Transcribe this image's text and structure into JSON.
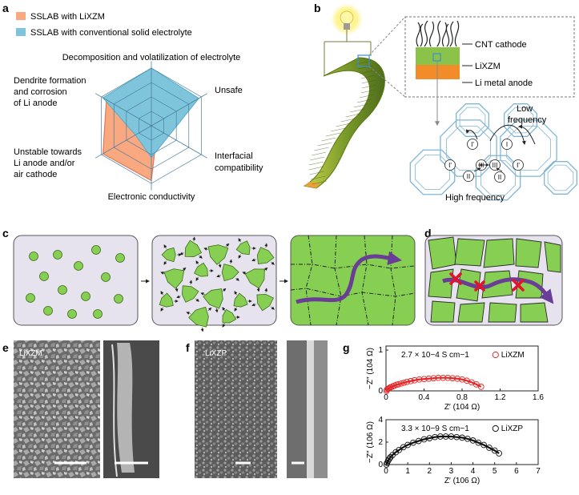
{
  "panel_labels": {
    "a": "a",
    "b": "b",
    "c": "c",
    "d": "d",
    "e": "e",
    "f": "f",
    "g": "g"
  },
  "colors": {
    "lixzm_fill": "#f9a880",
    "lixzm_edge": "#e07b55",
    "conv_fill": "#7ec5dc",
    "conv_edge": "#5aa9c8",
    "grain_green": "#86cf52",
    "matrix_lavender": "#e7e3ee",
    "path_purple": "#6a3d96",
    "cross_red": "#e2142d",
    "fit_red": "#e32626",
    "lix_anode": "#f28c28",
    "lixzm_layer": "#8bc34a",
    "zeolite_blue": "#7fb6d6"
  },
  "panel_a": {
    "legend": [
      {
        "label": "SSLAB with LiXZM",
        "color": "#f9a880"
      },
      {
        "label": "SSLAB with conventional solid electrolyte",
        "color": "#7ec5dc"
      }
    ],
    "axes": [
      {
        "lines": [
          "Decomposition and volatilization of electrolyte"
        ]
      },
      {
        "lines": [
          "Unsafe"
        ]
      },
      {
        "lines": [
          "Interfacial",
          "compatibility"
        ]
      },
      {
        "lines": [
          "Electronic conductivity"
        ]
      },
      {
        "lines": [
          "Unstable towards",
          "Li anode and/or",
          "air cathode"
        ]
      },
      {
        "lines": [
          "Dendrite formation",
          "and corrosion",
          "of Li anode"
        ]
      }
    ],
    "lixzm_levels": [
      0.05,
      0.12,
      0.12,
      0.95,
      0.97,
      0.9
    ],
    "conventional_levels": [
      1.0,
      0.95,
      0.35,
      0.55,
      0.32,
      0.97
    ]
  },
  "panel_b": {
    "labels": {
      "cnt": "CNT cathode",
      "lixzm": "LiXZM",
      "anode": "Li metal anode",
      "low": "Low",
      "frequency": "frequency",
      "high": "High frequency"
    },
    "site_labels": [
      "I'",
      "I'",
      "I'",
      "I",
      "III",
      "III",
      "II",
      "II"
    ]
  },
  "panel_c": {
    "stages": 3
  },
  "panel_e": {
    "label": "LiXZM"
  },
  "panel_f": {
    "label": "LiXZP"
  },
  "chart_data": [
    {
      "type": "scatter",
      "series": [
        {
          "name": "LiXZM",
          "marker": "open circle",
          "color": "#e32626",
          "x": [
            0.005,
            0.01,
            0.02,
            0.03,
            0.04,
            0.05,
            0.07,
            0.09,
            0.11,
            0.13,
            0.16,
            0.19,
            0.22,
            0.26,
            0.3,
            0.35,
            0.4,
            0.45,
            0.5,
            0.55,
            0.6,
            0.65,
            0.7,
            0.75,
            0.8,
            0.85,
            0.9,
            0.95,
            1.0
          ],
          "y": [
            0.0,
            0.03,
            0.05,
            0.06,
            0.08,
            0.09,
            0.11,
            0.13,
            0.15,
            0.16,
            0.18,
            0.2,
            0.22,
            0.24,
            0.26,
            0.28,
            0.29,
            0.3,
            0.31,
            0.32,
            0.32,
            0.32,
            0.31,
            0.3,
            0.28,
            0.25,
            0.21,
            0.16,
            0.1
          ]
        }
      ],
      "annotation": "2.7 × 10−4 S cm−1",
      "xlabel": "Z′ (104 Ω)",
      "ylabel": "−Z″ (104 Ω)",
      "xticks": [
        "0",
        "0.4",
        "0.8",
        "1.2",
        "1.6"
      ],
      "yticks": [
        "0",
        "1"
      ],
      "xlim": [
        0,
        1.6
      ],
      "ylim": [
        0,
        1.1
      ]
    },
    {
      "type": "scatter",
      "series": [
        {
          "name": "LiXZP",
          "marker": "open circle",
          "color": "#111111",
          "x": [
            0.02,
            0.05,
            0.1,
            0.15,
            0.2,
            0.3,
            0.45,
            0.6,
            0.8,
            1.0,
            1.25,
            1.5,
            1.75,
            2.0,
            2.25,
            2.5,
            2.75,
            3.0,
            3.25,
            3.5,
            3.75,
            4.0,
            4.25,
            4.5,
            4.75,
            5.0,
            5.2
          ],
          "y": [
            0.0,
            0.15,
            0.35,
            0.5,
            0.65,
            0.85,
            1.1,
            1.3,
            1.55,
            1.75,
            1.95,
            2.1,
            2.25,
            2.35,
            2.45,
            2.5,
            2.5,
            2.5,
            2.45,
            2.4,
            2.3,
            2.15,
            1.95,
            1.75,
            1.5,
            1.25,
            1.0
          ]
        }
      ],
      "annotation": "3.3 × 10−9 S cm−1",
      "xlabel": "Z′ (106 Ω)",
      "ylabel": "−Z″ (106 Ω)",
      "xticks": [
        "0",
        "1",
        "2",
        "3",
        "4",
        "5",
        "6",
        "7"
      ],
      "yticks": [
        "0",
        "2",
        "4"
      ],
      "xlim": [
        0,
        7
      ],
      "ylim": [
        0,
        4
      ]
    }
  ]
}
